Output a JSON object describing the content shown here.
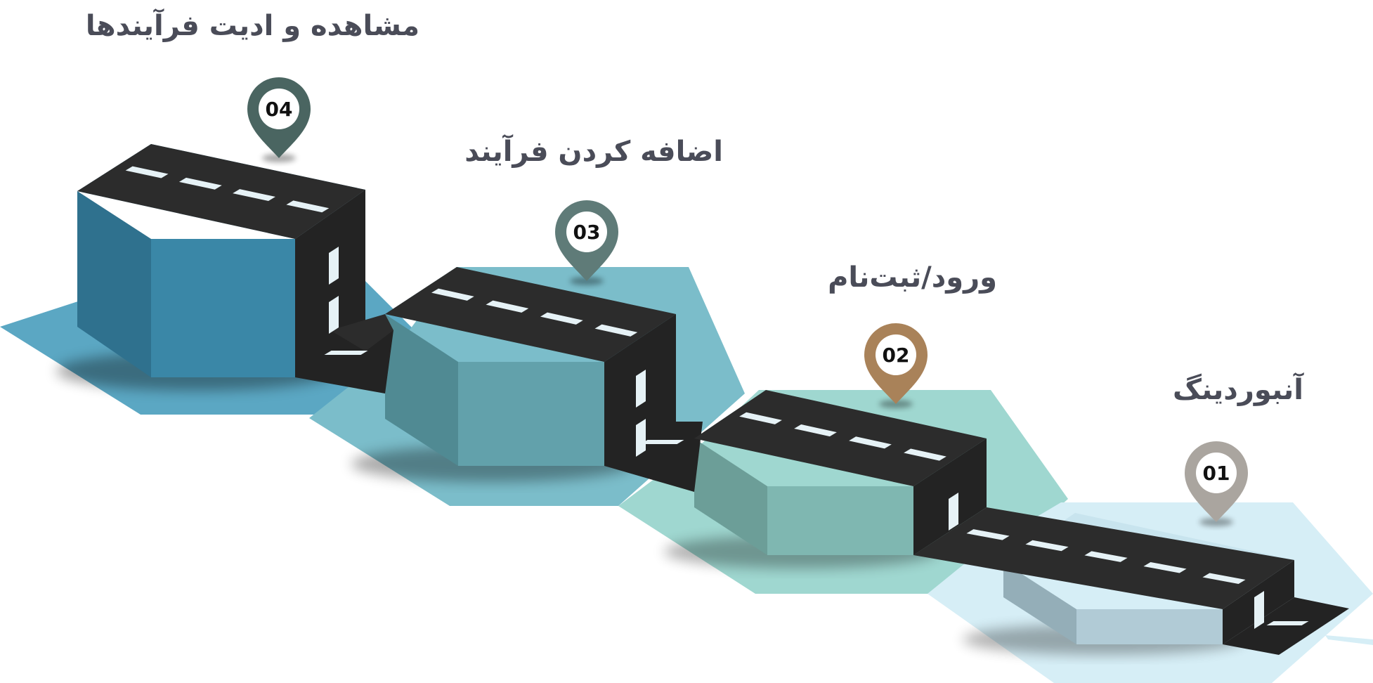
{
  "steps": [
    {
      "number": "01",
      "title": "آنبوردینگ",
      "color": "#aaa59f"
    },
    {
      "number": "02",
      "title": "ورود/ثبت‌نام",
      "color": "#a98259"
    },
    {
      "number": "03",
      "title": "اضافه کردن فرآیند",
      "color": "#5f7b78"
    },
    {
      "number": "04",
      "title": "مشاهده و ادیت فرآیندها",
      "color": "#4a6561"
    }
  ],
  "colors": {
    "road": "#232323",
    "road_top": "#2c2c2c",
    "road_marking": "#e6f2f6",
    "title_text": "#4a4c58",
    "tile_1": "#d6eef6",
    "tile_2": "#9fd7d0",
    "tile_3": "#7bbdca",
    "tile_4": "#5ba7c3",
    "block_1": [
      "#b1cbd6",
      "#94aeb8",
      "#c8e4ee"
    ],
    "block_2": [
      "#7fb7b1",
      "#6c9e98",
      "#96cfc8"
    ],
    "block_3": [
      "#62a1ab",
      "#508a93",
      "#74b5bf"
    ],
    "block_4": [
      "#3a87a7",
      "#2f718e",
      "#4399bc"
    ]
  }
}
